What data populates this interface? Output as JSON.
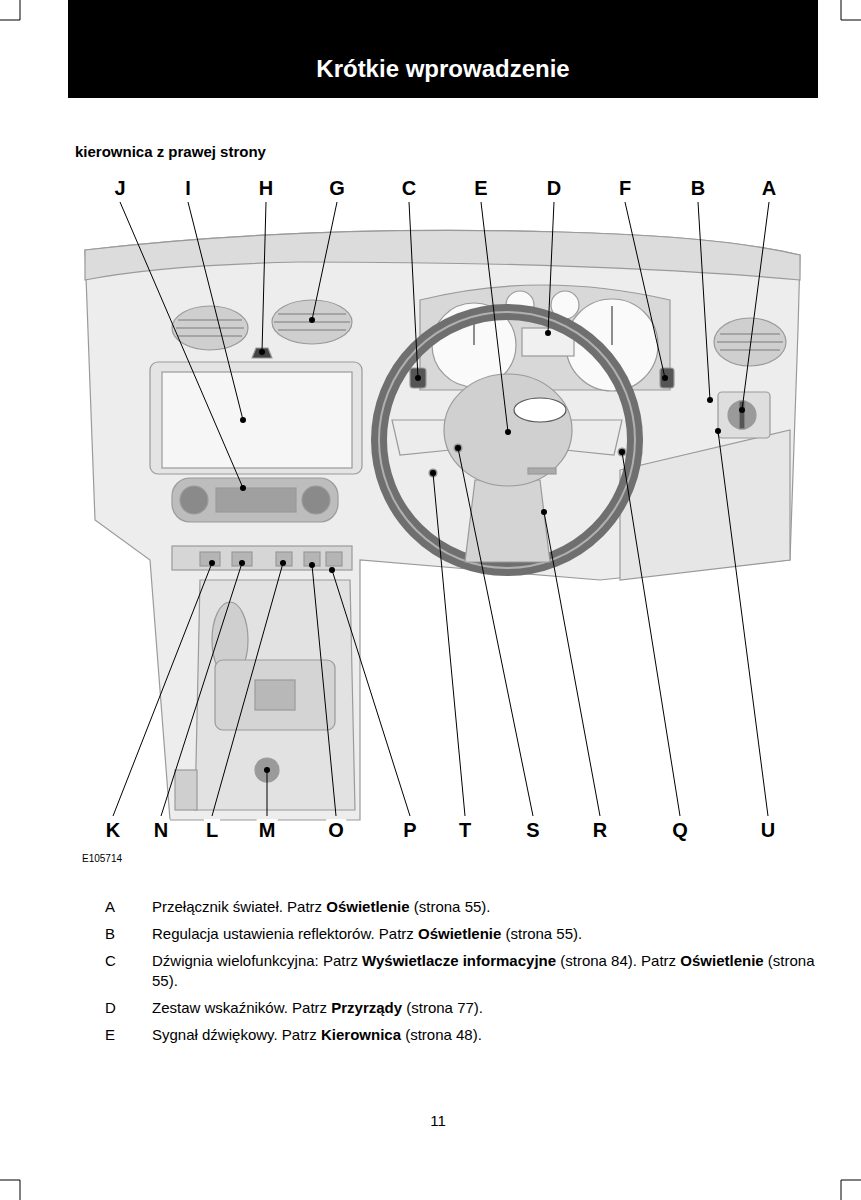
{
  "diagram": {
    "title": "Krótkie wprowadzenie",
    "labels": [
      "kierownica z prawej strony",
      "J",
      "I",
      "H",
      "G",
      "C",
      "E",
      "D",
      "F",
      "B",
      "A",
      "K",
      "N",
      "L",
      "M",
      "O",
      "P",
      "T",
      "S",
      "R",
      "Q",
      "U",
      "E105714",
      "A",
      "Przełącznik świateł. Patrz",
      "Oświetlenie",
      "(strona 55).",
      "B",
      "Regulacja ustawienia reflektorów. Patrz",
      "Oświetlenie",
      "(strona 55).",
      "C",
      "Dźwignia wielofunkcyjna: Patrz",
      "Wyświetlacze informacyjne",
      "(strona 84). Patrz",
      "Oświetlenie",
      "(strona 55).",
      "D",
      "Zestaw wskaźników. Patrz",
      "Przyrządy",
      "(strona 77).",
      "E",
      "Sygnał dźwiękowy. Patrz",
      "Kierownica",
      "(strona 48).",
      "11"
    ]
  }
}
